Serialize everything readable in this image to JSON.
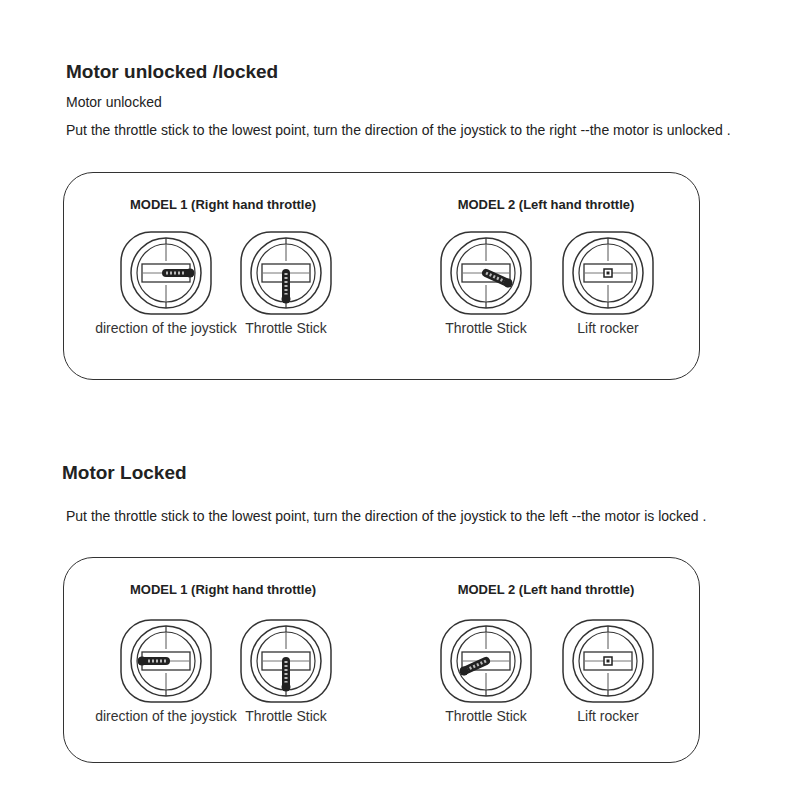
{
  "diagram": {
    "title": "Motor unlocked /locked",
    "nodes": [
      {
        "text": [
          "MODEL 1 (Right hand throttle)",
          "MODEL 2 (Left hand throttle)"
        ]
      },
      {
        "text": [
          "direction of the joystick"
        ],
        "in": 0
      },
      {
        "text": [
          "Throttle Stick"
        ],
        "in": 0
      },
      {
        "text": [
          "Throttle Stick"
        ],
        "in": 0
      },
      {
        "text": [
          "Lift rocker"
        ],
        "in": 0
      },
      {
        "text": [
          "MODEL 1 (Right hand throttle)",
          "MODEL 2 (Left hand throttle)"
        ]
      },
      {
        "text": [
          "direction of the joystick"
        ],
        "in": 5
      },
      {
        "text": [
          "Throttle Stick"
        ],
        "in": 5
      },
      {
        "text": [
          "Throttle Stick"
        ],
        "in": 5
      },
      {
        "text": [
          "Lift rocker"
        ],
        "in": 5
      }
    ],
    "labels": [
      "Motor unlocked",
      "Put the throttle stick to the lowest point, turn the direction of the joystick to the right --the motor is unlocked .",
      "Motor Locked",
      "Put the throttle stick to the lowest point, turn the direction of the joystick to the left --the motor is locked ."
    ]
  }
}
